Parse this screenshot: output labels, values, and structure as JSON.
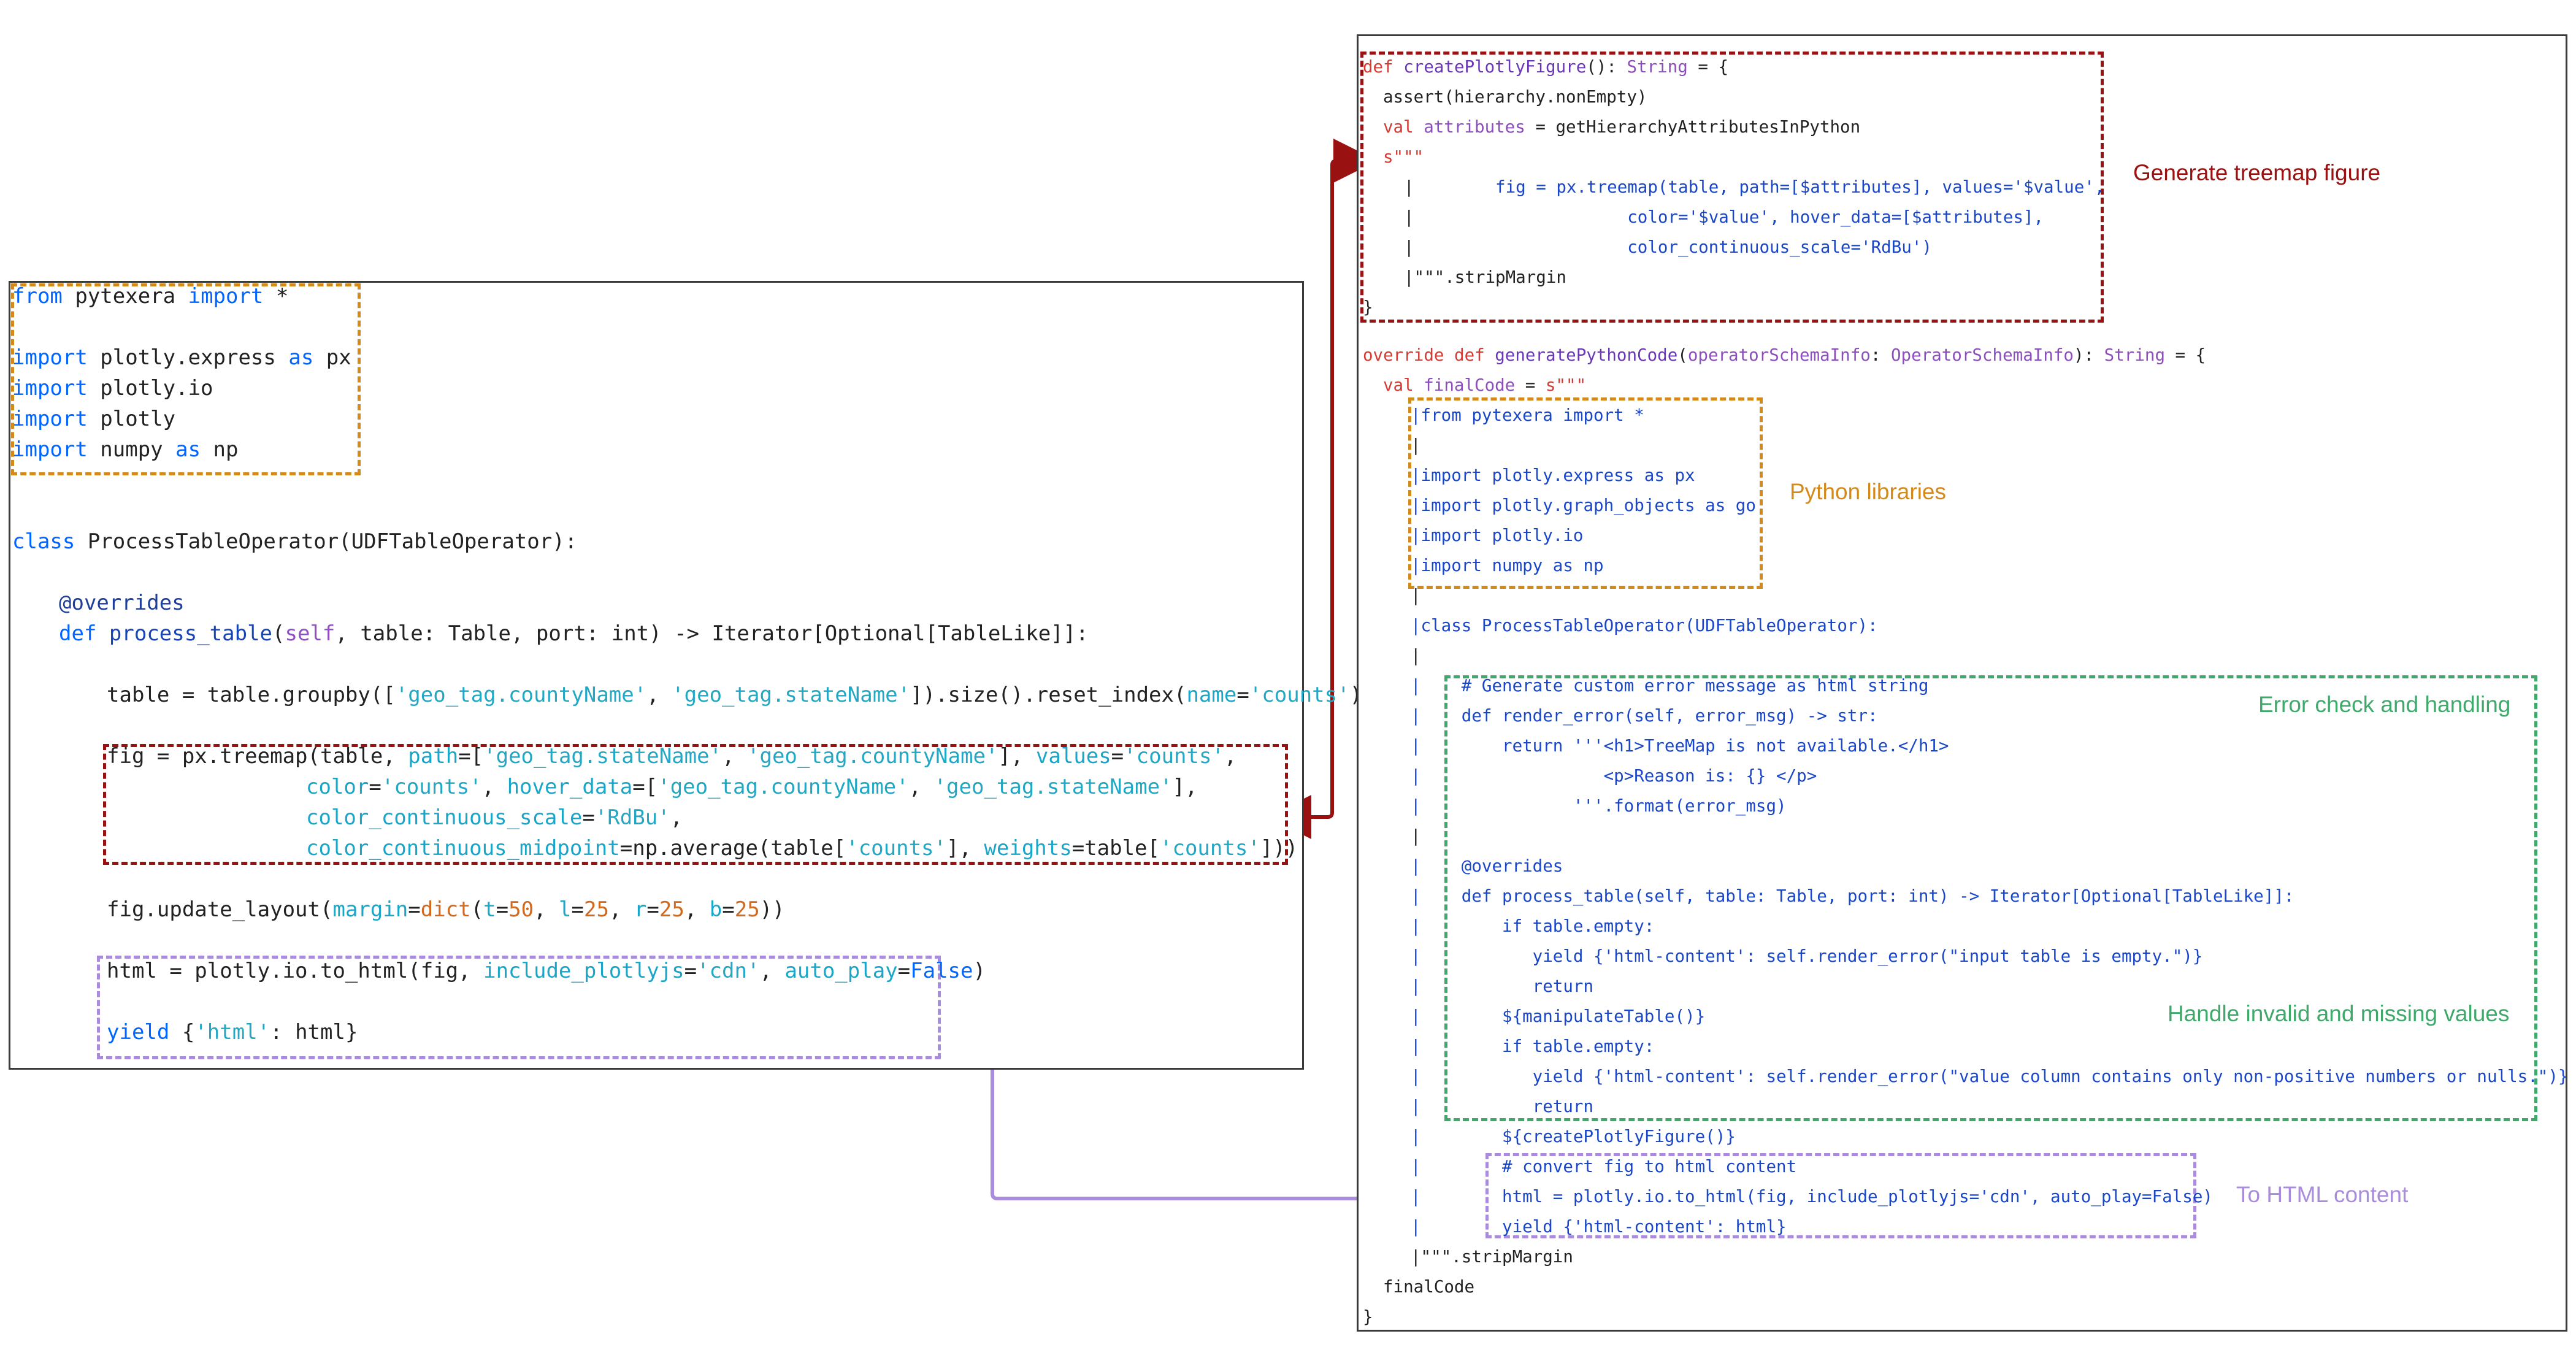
{
  "annotations": {
    "treemap": "Generate treemap figure",
    "libraries": "Python libraries",
    "error_check": "Error check and handling",
    "invalid_missing": "Handle invalid and missing values",
    "html_content": "To HTML content"
  },
  "colors": {
    "treemap": "#9a1111",
    "libraries": "#d48a1a",
    "html_content": "#a98cdc",
    "error_check": "#3fa86b"
  },
  "left_code": {
    "l1": [
      "from",
      " pytexera ",
      "import",
      " *"
    ],
    "l2": [
      "import",
      " plotly.express ",
      "as",
      " px"
    ],
    "l3": [
      "import",
      " plotly.io"
    ],
    "l4": [
      "import",
      " plotly"
    ],
    "l5": [
      "import",
      " numpy ",
      "as",
      " np"
    ],
    "l6": [
      "class",
      " ProcessTableOperator(UDFTableOperator):"
    ],
    "l7": [
      "@overrides"
    ],
    "l8": [
      "def",
      " ",
      "process_table",
      "(",
      "self",
      ", table: Table, port: int) -> Iterator[Optional[TableLike]]:"
    ],
    "l9": [
      "table = table.groupby([",
      "'geo_tag.countyName'",
      ", ",
      "'geo_tag.stateName'",
      "]).size().reset_index(",
      "name",
      "=",
      "'counts'",
      ")"
    ],
    "l10": [
      "fig = px.treemap(table, ",
      "path",
      "=[",
      "'geo_tag.stateName'",
      ", ",
      "'geo_tag.countyName'",
      "], ",
      "values",
      "=",
      "'counts'",
      ","
    ],
    "l11": [
      "color",
      "=",
      "'counts'",
      ", ",
      "hover_data",
      "=[",
      "'geo_tag.countyName'",
      ", ",
      "'geo_tag.stateName'",
      "],"
    ],
    "l12": [
      "color_continuous_scale",
      "=",
      "'RdBu'",
      ","
    ],
    "l13": [
      "color_continuous_midpoint",
      "=np.average(table[",
      "'counts'",
      "], ",
      "weights",
      "=table[",
      "'counts'",
      "]))"
    ],
    "l14": [
      "fig.update_layout(",
      "margin",
      "=",
      "dict",
      "(",
      "t",
      "=",
      "50",
      ", ",
      "l",
      "=",
      "25",
      ", ",
      "r",
      "=",
      "25",
      ", ",
      "b",
      "=",
      "25",
      "))"
    ],
    "l15": [
      "html = plotly.io.to_html(fig, ",
      "include_plotlyjs",
      "=",
      "'cdn'",
      ", ",
      "auto_play",
      "=",
      "False",
      ")"
    ],
    "l16": [
      "yield",
      " {",
      "'html'",
      ": html}"
    ]
  },
  "right_code": {
    "r1": [
      "def",
      " ",
      "createPlotlyFigure",
      "(): ",
      "String",
      " = {"
    ],
    "r2": [
      "assert(hierarchy.nonEmpty)"
    ],
    "r3": [
      "val",
      " ",
      "attributes",
      " = getHierarchyAttributesInPython"
    ],
    "r4": [
      "s\"\"\""
    ],
    "r5": [
      "|",
      "        fig = px.treemap(table, path=[$attributes], values='$value',"
    ],
    "r6": [
      "|",
      "                     color='$value', hover_data=[$attributes],"
    ],
    "r7": [
      "|",
      "                     color_continuous_scale='RdBu')"
    ],
    "r8": [
      "|\"\"\".stripMargin"
    ],
    "r9": [
      "}"
    ],
    "r10": [
      "override",
      " ",
      "def",
      " ",
      "generatePythonCode",
      "(",
      "operatorSchemaInfo",
      ": ",
      "OperatorSchemaInfo",
      "): ",
      "String",
      " = {"
    ],
    "r11": [
      "val",
      " ",
      "finalCode",
      " = ",
      "s\"\"\""
    ],
    "r12": [
      "|from pytexera import *"
    ],
    "r13": [
      "|"
    ],
    "r14": [
      "|import plotly.express as px"
    ],
    "r15": [
      "|import plotly.graph_objects as go"
    ],
    "r16": [
      "|import plotly.io"
    ],
    "r17": [
      "|import numpy as np"
    ],
    "r18": [
      "|"
    ],
    "r19": [
      "|class ProcessTableOperator(UDFTableOperator):"
    ],
    "r20": [
      "|"
    ],
    "r21": [
      "|    # Generate custom error message as html string"
    ],
    "r22": [
      "|    def render_error(self, error_msg) -> str:"
    ],
    "r23": [
      "|        return '''<h1>TreeMap is not available.</h1>"
    ],
    "r24": [
      "|                  <p>Reason is: {} </p>"
    ],
    "r25": [
      "|               '''.format(error_msg)"
    ],
    "r26": [
      "|"
    ],
    "r27": [
      "|    @overrides"
    ],
    "r28": [
      "|    def process_table(self, table: Table, port: int) -> Iterator[Optional[TableLike]]:"
    ],
    "r29": [
      "|        if table.empty:"
    ],
    "r30": [
      "|           yield {'html-content': self.render_error(\"input table is empty.\")}"
    ],
    "r31": [
      "|           return"
    ],
    "r32": [
      "|        ${manipulateTable()}"
    ],
    "r33": [
      "|        if table.empty:"
    ],
    "r34": [
      "|           yield {'html-content': self.render_error(\"value column contains only non-positive numbers or nulls.\")}"
    ],
    "r35": [
      "|           return"
    ],
    "r36": [
      "|        ${createPlotlyFigure()}"
    ],
    "r37": [
      "|        # convert fig to html content"
    ],
    "r38": [
      "|        html = plotly.io.to_html(fig, include_plotlyjs='cdn', auto_play=False)"
    ],
    "r39": [
      "|        yield {'html-content': html}"
    ],
    "r40": [
      "|\"\"\".stripMargin"
    ],
    "r41": [
      "finalCode"
    ],
    "r42": [
      "}"
    ]
  }
}
